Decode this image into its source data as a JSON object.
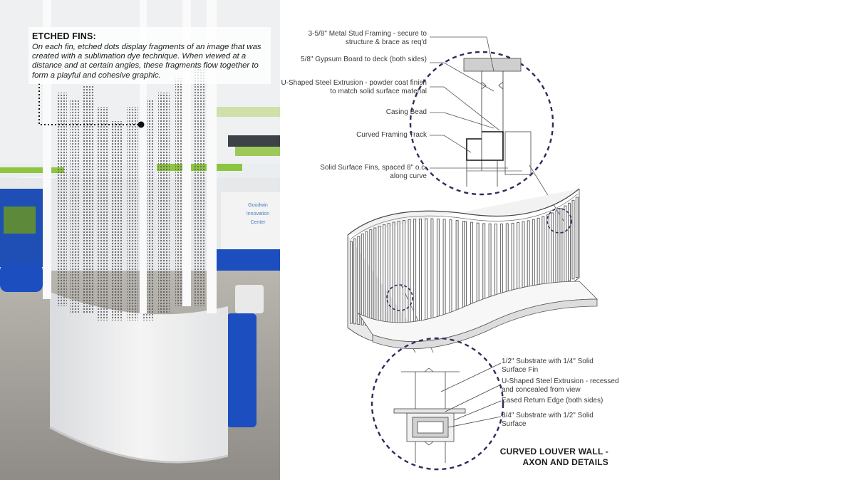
{
  "photo_caption": {
    "title": "ETCHED FINS:",
    "body": "On each fin, etched dots display fragments of an image that was created with a sublimation dye technique. When viewed at a distance and at certain angles, these fragments flow together to form a playful and cohesive graphic.",
    "sign_text": "Goodwin Innovation Center"
  },
  "top_detail_callouts": [
    "3-5/8\" Metal Stud Framing - secure to structure & brace as req'd",
    "5/8\" Gypsum Board to deck (both sides)",
    "U-Shaped Steel Extrusion - powder coat finish to match solid surface material",
    "Casing Bead",
    "Curved Framing Track",
    "Solid Surface Fins, spaced 8\" o.c. along curve"
  ],
  "bottom_detail_callouts": [
    "1/2\" Substrate with 1/4\" Solid Surface Fin",
    "U-Shaped Steel Extrusion - recessed and concealed from view",
    "Eased Return Edge (both sides)",
    "3/4\" Substrate with 1/2\" Solid Surface"
  ],
  "drawing_title": {
    "line1": "CURVED LOUVER WALL -",
    "line2": "AXON AND DETAILS"
  },
  "colors": {
    "detail_circle": "#2b2d5c",
    "line": "#555555",
    "wall_blue": "#1f4fb5",
    "accent_green": "#8cc63f"
  }
}
